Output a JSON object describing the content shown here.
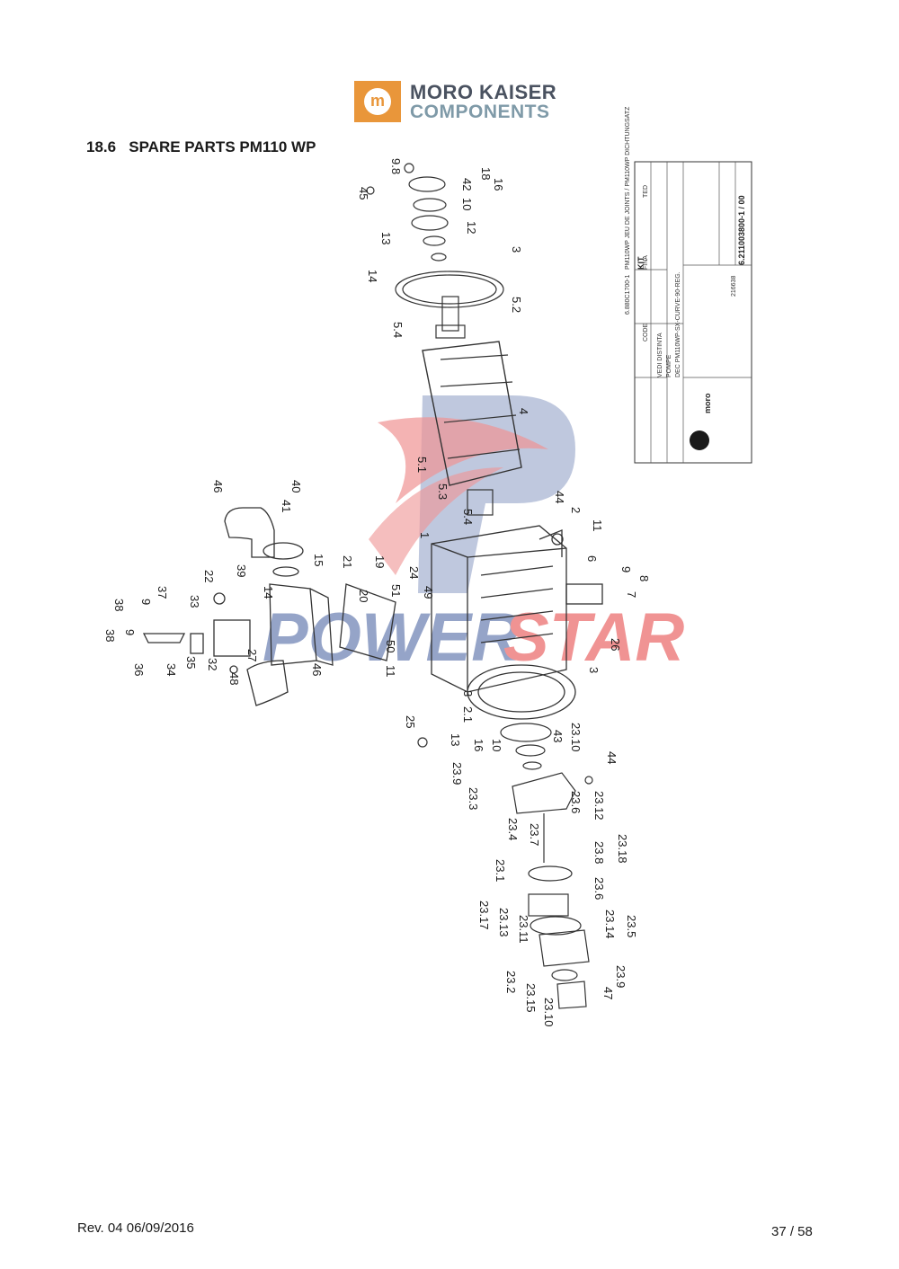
{
  "header": {
    "logo_line1": "MORO KAISER",
    "logo_line2": "COMPONENTS",
    "logo_mark": "m"
  },
  "section": {
    "number": "18.6",
    "title": "SPARE PARTS PM110 WP"
  },
  "title_block": {
    "kit_header": "KIT",
    "kit_code": "6.880C1700-1",
    "kit_desc": "PM110WP JEU DE JOINTS / PM110WP DICHTUNGSATZ",
    "code_label": "CODE",
    "fina_label": "FINA",
    "ted_label": "TED",
    "product_line1": "VEDI DISTINTA",
    "product_line2": "POMPE",
    "product_desc": "DEC PM110WP-SX-CURVE-90-REG.",
    "drawing_number": "6.211003800-1 / 00",
    "brand": "moro",
    "ref_number": "216638"
  },
  "watermark": {
    "text_part1": "POWER",
    "text_part2": "STAR",
    "color_blue": "#3f5a9c",
    "color_red": "#e33b3b"
  },
  "callouts": {
    "c1": "18",
    "c2": "9.8",
    "c3": "42",
    "c4": "16",
    "c5": "45",
    "c6": "10",
    "c7": "12",
    "c8": "13",
    "c9": "3",
    "c10": "14",
    "c11": "5.2",
    "c12": "5.4",
    "c13": "4",
    "c14": "5.1",
    "c15": "5.3",
    "c16": "5.4",
    "c17": "44",
    "c18": "2",
    "c19": "11",
    "c20": "1",
    "c21": "46",
    "c22": "40",
    "c23": "41",
    "c24": "15",
    "c25": "21",
    "c26": "19",
    "c27": "39",
    "c28": "22",
    "c29": "14",
    "c30": "20",
    "c31": "51",
    "c32": "24",
    "c33": "49",
    "c34": "6",
    "c35": "9",
    "c36": "8",
    "c37": "7",
    "c38": "33",
    "c39": "38",
    "c40": "9",
    "c41": "37",
    "c42": "38",
    "c43": "9",
    "c44": "36",
    "c45": "34",
    "c46": "35",
    "c47": "32",
    "c48": "27",
    "c49": "48",
    "c50": "46",
    "c51": "50",
    "c52": "11",
    "c53": "26",
    "c54": "3",
    "c55": "3",
    "c56": "2.1",
    "c57": "25",
    "c58": "13",
    "c59": "16",
    "c60": "10",
    "c61": "43",
    "c62": "23.10",
    "c63": "44",
    "c64": "23.9",
    "c65": "23.3",
    "c66": "23.6",
    "c67": "23.12",
    "c68": "23.4",
    "c69": "23.7",
    "c70": "23.8",
    "c71": "23.18",
    "c72": "23.1",
    "c73": "23.6",
    "c74": "23.17",
    "c75": "23.13",
    "c76": "23.11",
    "c77": "23.14",
    "c78": "23.5",
    "c79": "23.2",
    "c80": "23.9",
    "c81": "23.15",
    "c82": "23.10",
    "c83": "47"
  },
  "footer": {
    "revision": "Rev. 04 06/09/2016",
    "page": "37 / 58"
  }
}
